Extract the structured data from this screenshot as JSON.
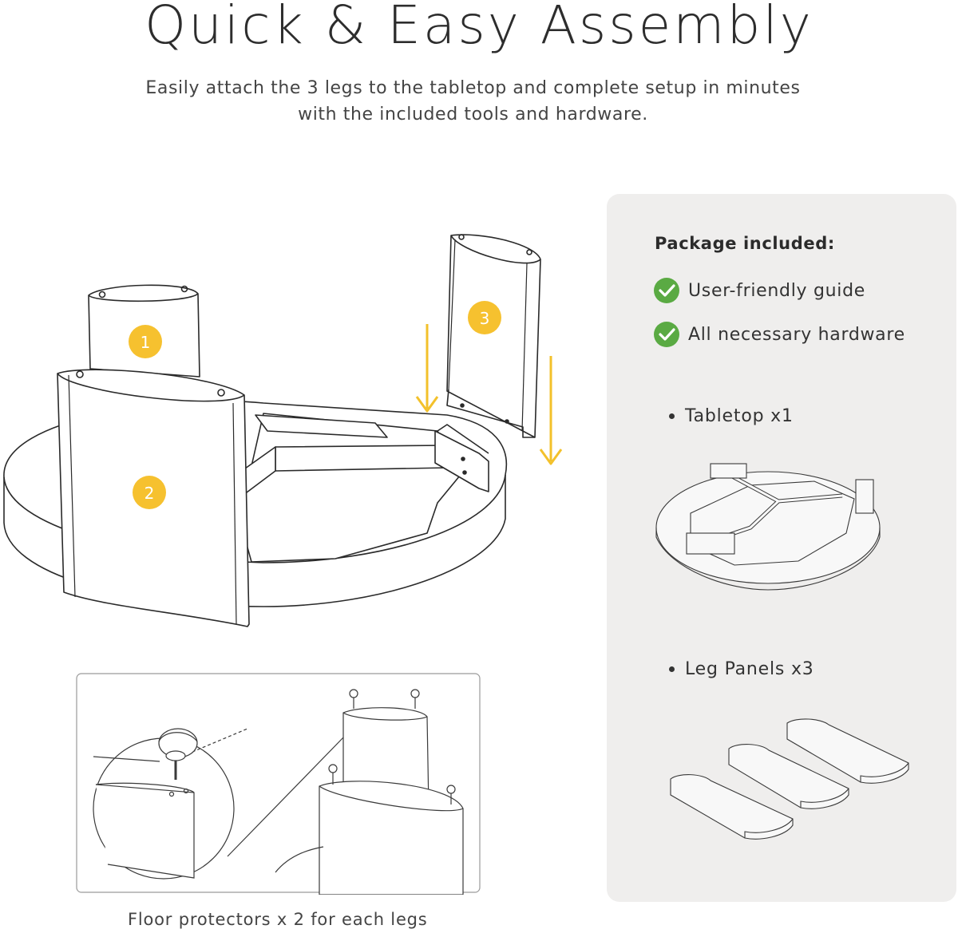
{
  "header": {
    "title": "Quick & Easy Assembly",
    "subtitle_line1": "Easily attach the 3 legs to the tabletop and complete setup in minutes",
    "subtitle_line2": "with the included tools and hardware."
  },
  "illustration": {
    "leg_labels": [
      "1",
      "2",
      "3"
    ],
    "marker_color": "#f6c12f",
    "arrow_color": "#f3c12b"
  },
  "detail": {
    "caption": "Floor protectors x 2 for each legs"
  },
  "package": {
    "heading": "Package included:",
    "check_items": [
      "User-friendly guide",
      "All necessary hardware"
    ],
    "check_color": "#5aaa43",
    "parts": [
      {
        "label": "Tabletop x1"
      },
      {
        "label": "Leg Panels x3"
      }
    ]
  }
}
